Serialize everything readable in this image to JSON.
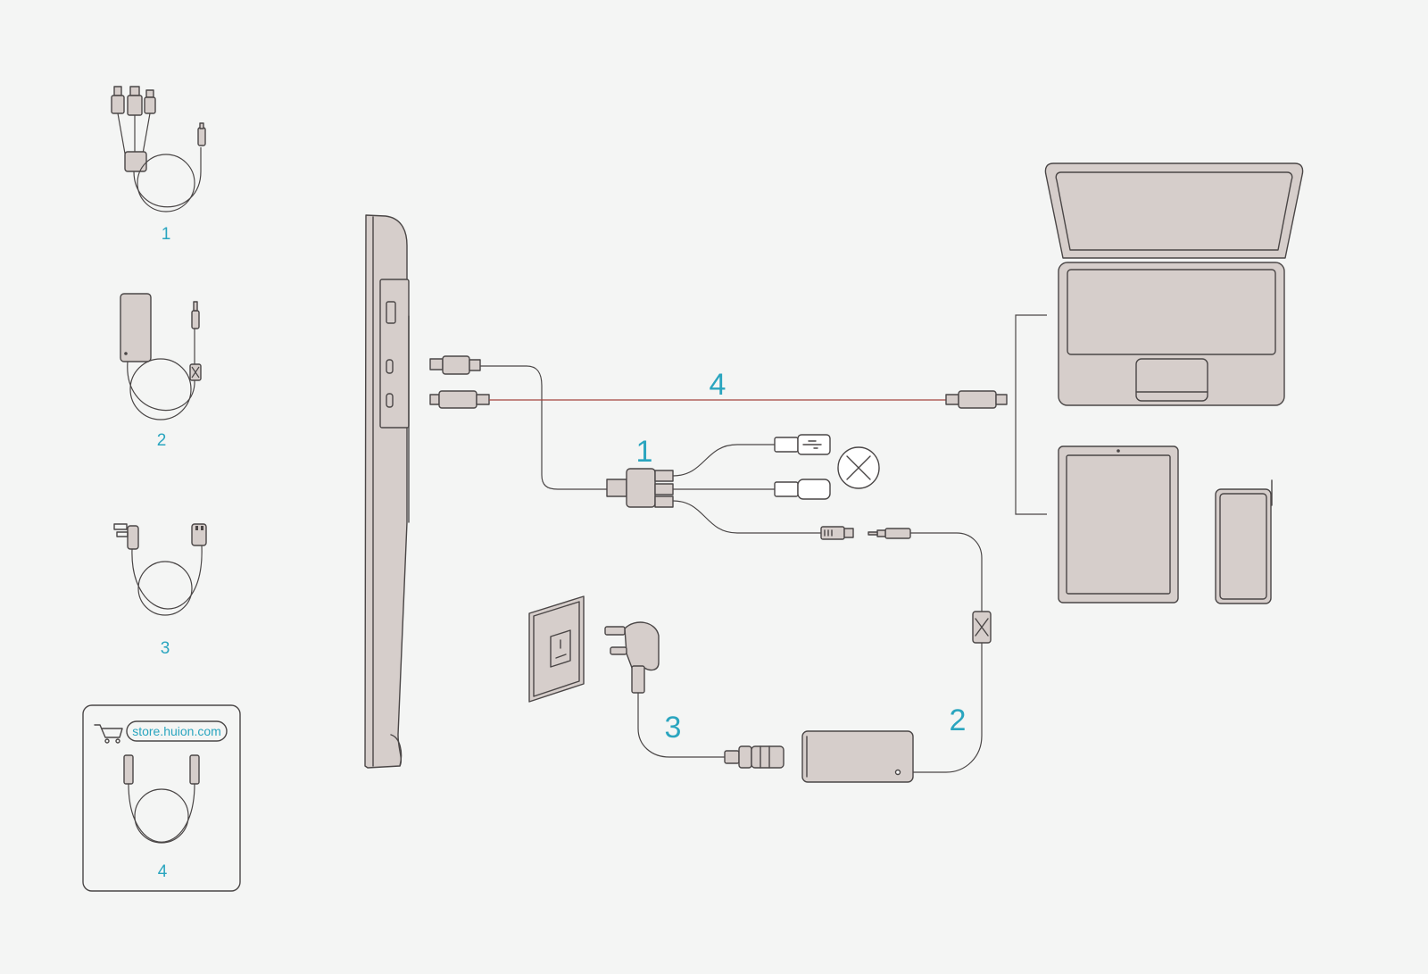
{
  "accessories": [
    {
      "number": "1",
      "item": "3-in-1 cable"
    },
    {
      "number": "2",
      "item": "power adapter"
    },
    {
      "number": "3",
      "item": "power cord"
    },
    {
      "number": "4",
      "item": "USB-C cable",
      "store_link": "store.huion.com"
    }
  ],
  "connections": {
    "cable1_label": "1",
    "cable2_label": "2",
    "cable3_label": "3",
    "cable4_label": "4"
  },
  "icons": {
    "not_used_marker": "cross-circle-icon",
    "cart": "shopping-cart-icon"
  },
  "colors": {
    "label_accent": "#2aa5bf",
    "device_fill": "#d6cecb",
    "outline": "#4a4646",
    "background": "#f4f5f4",
    "usbc_cable": "#a5453f"
  }
}
